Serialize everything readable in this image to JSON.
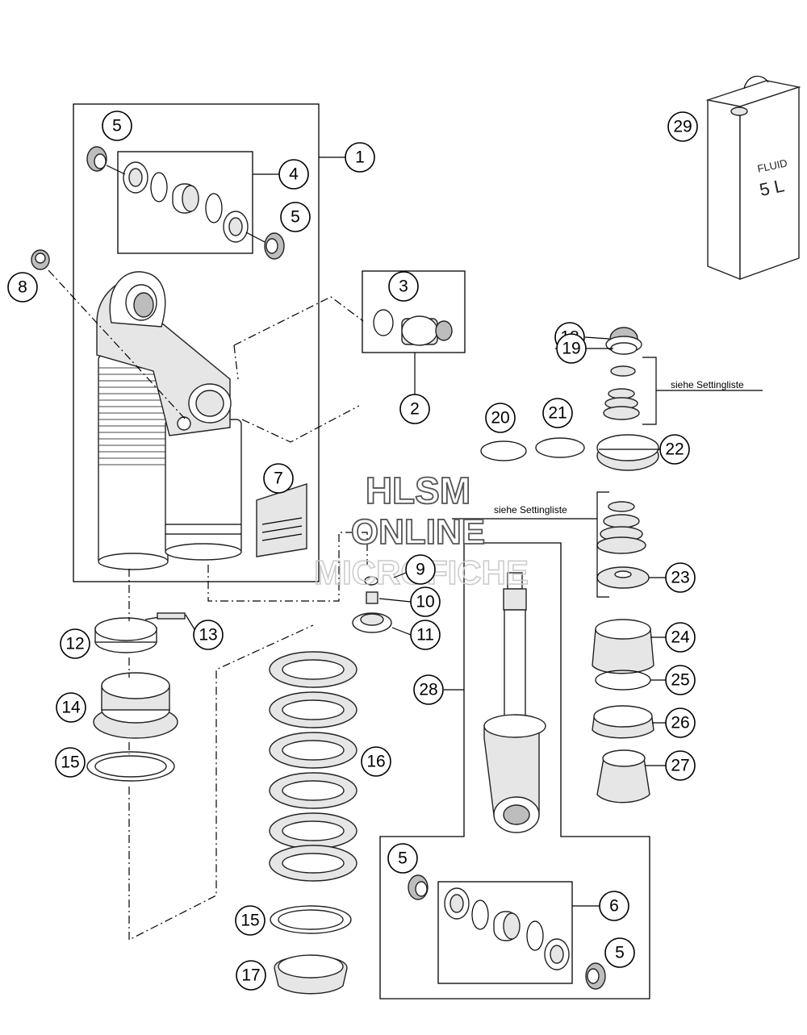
{
  "notes": {
    "settinglist_top": "siehe Settingliste",
    "settinglist_mid": "siehe Settingliste"
  },
  "watermark": {
    "line1": "HLSM",
    "line2": "ONLINE",
    "line3": "MICROFICHE"
  },
  "fluid_can": {
    "label": "FLUID",
    "volume": "5 L"
  },
  "callouts": {
    "c1": "1",
    "c2": "2",
    "c3": "3",
    "c4": "4",
    "c5a": "5",
    "c5b": "5",
    "c5c": "5",
    "c5d": "5",
    "c6": "6",
    "c7": "7",
    "c8": "8",
    "c9": "9",
    "c10": "10",
    "c11": "11",
    "c12": "12",
    "c13": "13",
    "c14": "14",
    "c15a": "15",
    "c15b": "15",
    "c16": "16",
    "c17": "17",
    "c18": "18",
    "c19": "19",
    "c20": "20",
    "c21": "21",
    "c22": "22",
    "c23": "23",
    "c24": "24",
    "c25": "25",
    "c26": "26",
    "c27": "27",
    "c28": "28",
    "c29": "29"
  }
}
